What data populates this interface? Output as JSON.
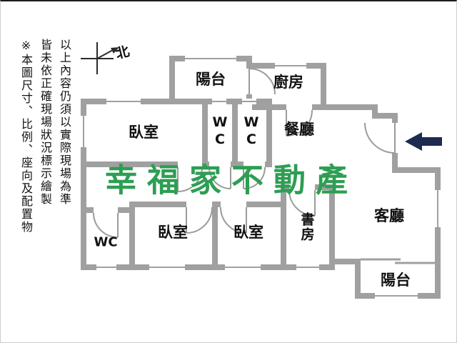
{
  "disclaimer": {
    "col1": "※本圖尺寸、比例、座向及配置物",
    "col2": "皆未依正確現場狀況標示繪製",
    "col3": "以上內容仍須以實際現場為準"
  },
  "compass": {
    "north_label": "北"
  },
  "watermark": {
    "text": "幸福家不動產",
    "color": "#2d9e54"
  },
  "rooms": {
    "balcony_top": {
      "label": "陽台"
    },
    "kitchen": {
      "label": "廚房"
    },
    "bedroom_upper": {
      "label": "臥室"
    },
    "wc_upper_left": {
      "label": "WC"
    },
    "wc_upper_right": {
      "label": "WC"
    },
    "dining": {
      "label": "餐廳"
    },
    "wc_lower": {
      "label": "WC"
    },
    "bedroom_lower_left": {
      "label": "臥室"
    },
    "bedroom_lower_mid": {
      "label": "臥室"
    },
    "study": {
      "label": "書房"
    },
    "living": {
      "label": "客廳"
    },
    "balcony_bottom": {
      "label": "陽台"
    }
  },
  "colors": {
    "wall_gray": "#a0a0a0",
    "entry_arrow_navy": "#1d2b50",
    "watermark_green": "#2d9e54",
    "label_black": "#111111"
  }
}
